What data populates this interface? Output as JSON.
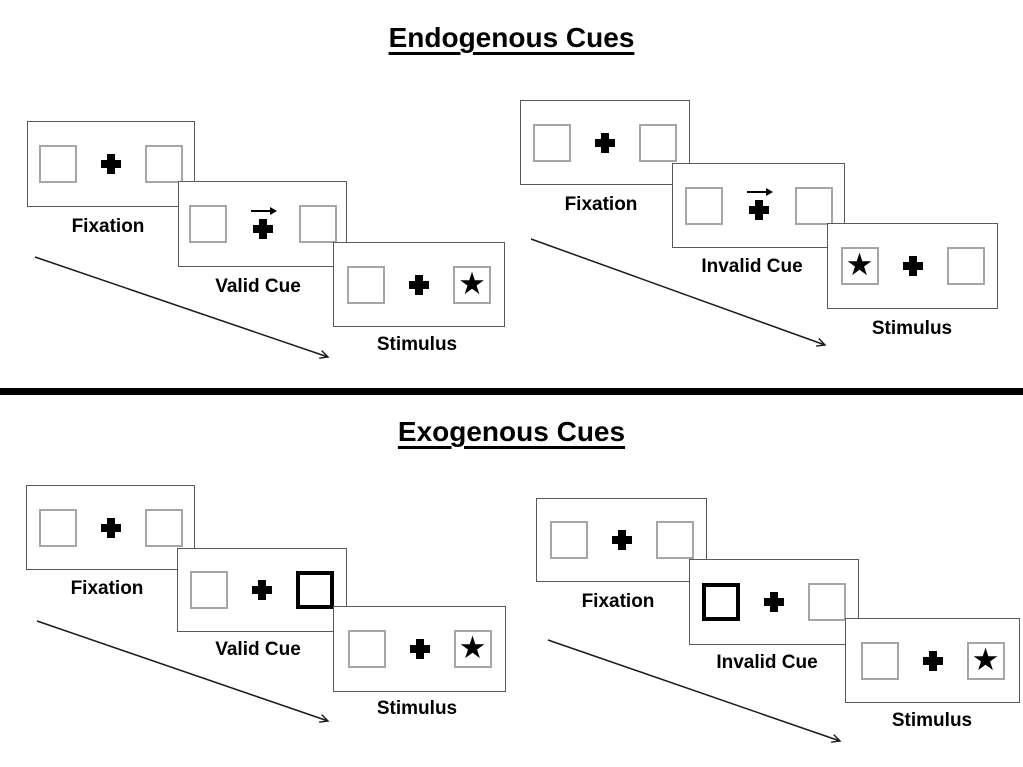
{
  "glyphs": {
    "star": "★"
  },
  "colors": {
    "ink": "#000000",
    "panel_border": "#595959",
    "square_border": "#a6a6a6",
    "cue_border": "#000000",
    "background": "#ffffff"
  },
  "sections": [
    {
      "title": "Endogenous Cues",
      "trials": [
        {
          "name": "valid",
          "panels": [
            {
              "label": "Fixation"
            },
            {
              "label": "Valid Cue"
            },
            {
              "label": "Stimulus"
            }
          ]
        },
        {
          "name": "invalid",
          "panels": [
            {
              "label": "Fixation"
            },
            {
              "label": "Invalid Cue"
            },
            {
              "label": "Stimulus"
            }
          ]
        }
      ]
    },
    {
      "title": "Exogenous Cues",
      "trials": [
        {
          "name": "valid",
          "panels": [
            {
              "label": "Fixation"
            },
            {
              "label": "Valid Cue"
            },
            {
              "label": "Stimulus"
            }
          ]
        },
        {
          "name": "invalid",
          "panels": [
            {
              "label": "Fixation"
            },
            {
              "label": "Invalid Cue"
            },
            {
              "label": "Stimulus"
            }
          ]
        }
      ]
    }
  ]
}
